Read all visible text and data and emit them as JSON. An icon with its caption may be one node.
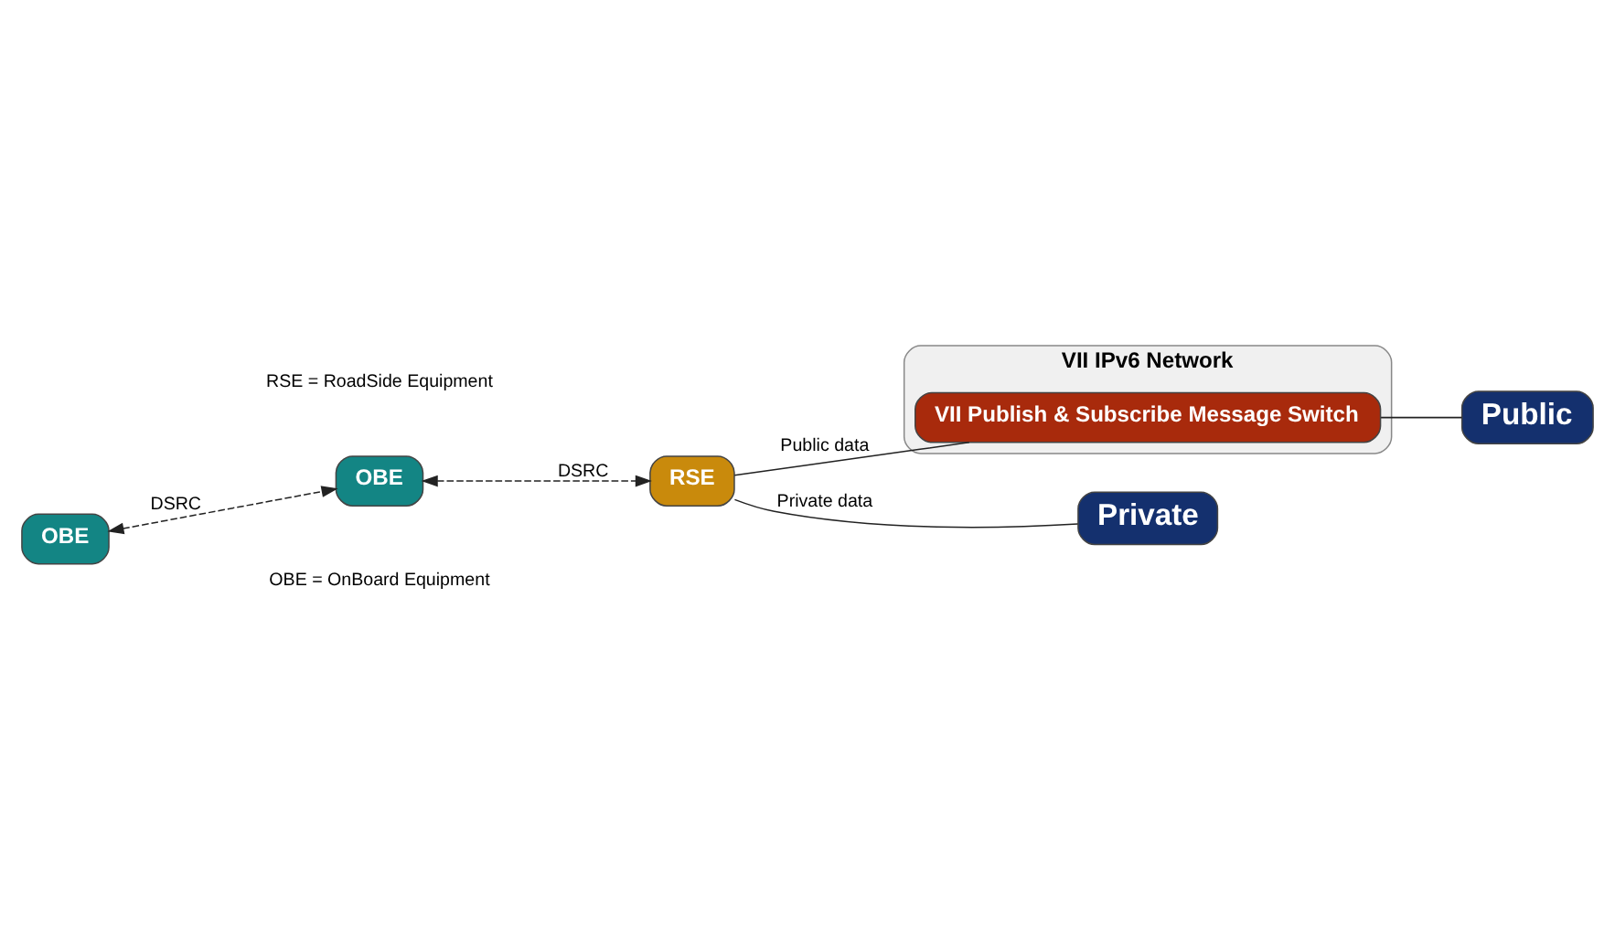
{
  "diagram": {
    "nodes": [
      {
        "text": [
          "OBE"
        ]
      },
      {
        "text": [
          "Public"
        ]
      },
      {
        "text": [
          "VII IPv6 Network"
        ]
      },
      {
        "text": [
          "VII Publish & Subscribe Message Switch"
        ],
        "in": 2
      },
      {
        "text": [
          "OBE"
        ]
      },
      {
        "text": [
          "RSE"
        ]
      },
      {
        "text": [
          "Private"
        ]
      }
    ],
    "edges": [
      {
        "from": 0,
        "to": 4,
        "arrow": "both",
        "label": "DSRC",
        "style": "dashed"
      },
      {
        "from": 4,
        "to": 5,
        "arrow": "both",
        "label": "DSRC",
        "style": "dashed"
      },
      {
        "from": 5,
        "to": 3,
        "arrow": "none",
        "label": "Public data"
      },
      {
        "from": 3,
        "to": 1,
        "arrow": "none"
      },
      {
        "from": 5,
        "to": 6,
        "arrow": "none",
        "label": "Private data"
      }
    ],
    "labels": [
      "OBE = OnBoard Equipment",
      "RSE = RoadSide Equipment"
    ]
  }
}
